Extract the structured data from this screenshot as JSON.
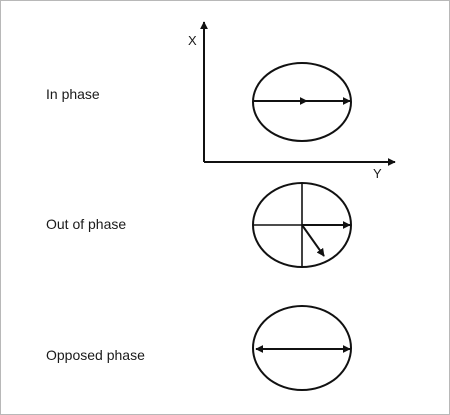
{
  "axes": {
    "x_label": "X",
    "y_label": "Y"
  },
  "rows": [
    {
      "label": "In phase"
    },
    {
      "label": "Out of phase"
    },
    {
      "label": "Opposed phase"
    }
  ],
  "colors": {
    "stroke": "#111111",
    "frame": "#b8b8b8"
  }
}
